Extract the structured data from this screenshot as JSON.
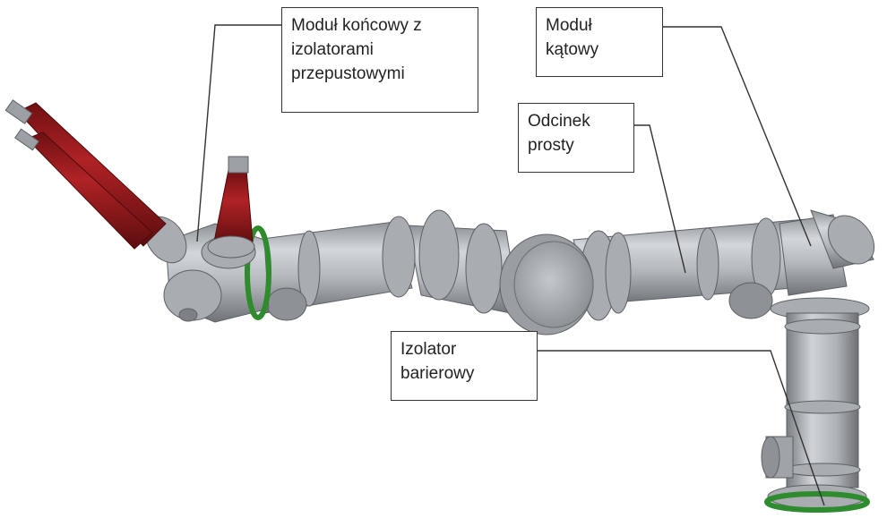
{
  "colors": {
    "pipe_body": "#b9bcc0",
    "pipe_shadow": "#7d8186",
    "flange": "#a9acb1",
    "insulator_red": "#9e1a1c",
    "insulator_red_dark": "#6e1012",
    "barrier_green": "#2e8b2e",
    "leader_line": "#333333"
  },
  "labels": {
    "end_module": {
      "line1": "Moduł końcowy  z",
      "line2": "izolatorami",
      "line3": "przepustowymi"
    },
    "angle_module": {
      "line1": "Moduł",
      "line2": "kątowy"
    },
    "straight_section": {
      "line1": "Odcinek",
      "line2": "prosty"
    },
    "barrier_insulator": {
      "line1": "Izolator",
      "line2": "barierowy"
    }
  },
  "icons": {
    "bushing": "bushing-insulator-icon",
    "flange": "flange-ring-icon"
  }
}
